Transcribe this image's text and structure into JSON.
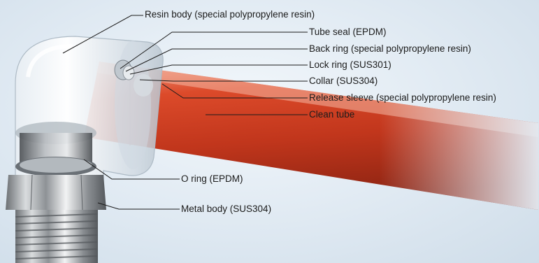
{
  "labels": {
    "resin_body": "Resin body (special polypropylene resin)",
    "tube_seal": "Tube seal (EPDM)",
    "back_ring": "Back ring (special polypropylene resin)",
    "lock_ring": "Lock ring (SUS301)",
    "collar": "Collar (SUS304)",
    "release_sleeve": "Release sleeve (special polypropylene resin)",
    "clean_tube": "Clean tube",
    "o_ring": "O ring (EPDM)",
    "metal_body": "Metal body (SUS304)"
  }
}
